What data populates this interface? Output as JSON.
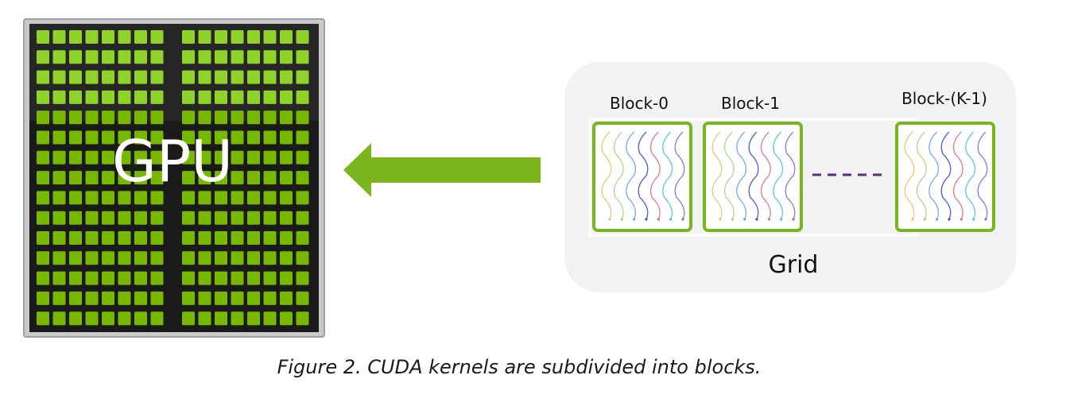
{
  "gpu": {
    "label": "GPU",
    "core_rows": 15,
    "cores_per_half": 8,
    "colors": {
      "frame": "#1a1a1a",
      "core": "#76b900",
      "core_light": "#8fd32a",
      "bezel": "#b5b5b5"
    }
  },
  "arrow": {
    "direction": "left",
    "color": "#7ab51d"
  },
  "grid": {
    "label": "Grid",
    "background": "#f2f2f2",
    "block_border_color": "#7ab51d",
    "ellipsis_color": "#5a2d82",
    "thread_colors": [
      "#e8c26a",
      "#a8d47a",
      "#6aa6e0",
      "#3b4fd9",
      "#e06b8f",
      "#4fc3d9",
      "#7a6fe0"
    ],
    "blocks": [
      {
        "label": "Block-0"
      },
      {
        "label": "Block-1"
      },
      {
        "label": "Block-(K-1)"
      }
    ]
  },
  "caption": "Figure 2. CUDA kernels are subdivided into blocks."
}
